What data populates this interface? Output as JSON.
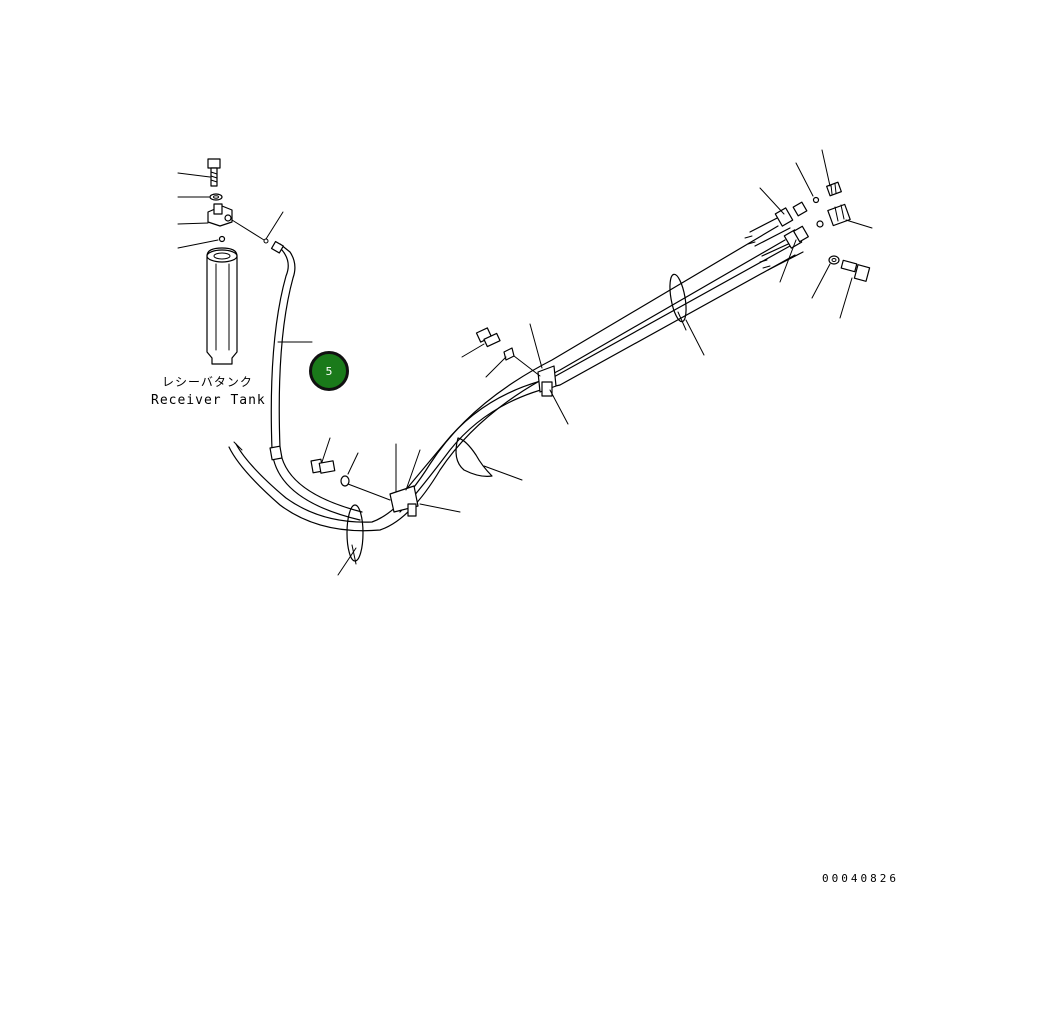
{
  "diagram": {
    "component_label_jp": "レシーバタンク",
    "component_label_en": "Receiver Tank",
    "drawing_number": "00040826",
    "callouts": [
      {
        "number": "5",
        "color": "#1a7a1a"
      }
    ]
  }
}
